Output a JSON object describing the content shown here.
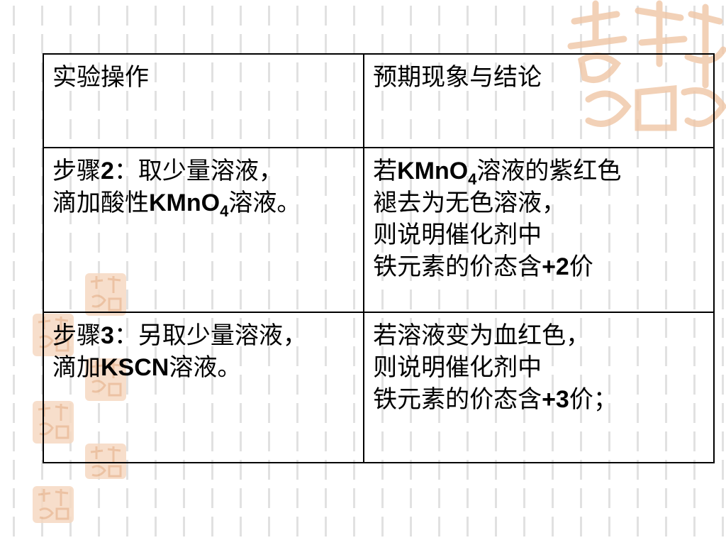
{
  "table": {
    "header": {
      "operation": "实验操作",
      "expectation": "预期现象与结论"
    },
    "step2": {
      "op_line1_a": "步骤",
      "op_line1_num": "2",
      "op_line1_b": "：取少量溶液，",
      "op_line2_a": "滴加酸性",
      "op_line2_formula": "KMnO",
      "op_line2_sub": "4",
      "op_line2_b": "溶液。",
      "res_line1_a": "若",
      "res_line1_formula": "KMnO",
      "res_line1_sub": "4",
      "res_line1_b": "溶液的紫红色",
      "res_line2": "褪去为无色溶液，",
      "res_line3": "则说明催化剂中",
      "res_line4_a": "铁元素的价态含",
      "res_line4_num": "+2",
      "res_line4_b": "价"
    },
    "step3": {
      "op_line1_a": "步骤",
      "op_line1_num": "3",
      "op_line1_b": "：另取少量溶液，",
      "op_line2_a": "滴加",
      "op_line2_formula": "KSCN",
      "op_line2_b": "溶液。",
      "res_line1": "若溶液变为血红色，",
      "res_line2": "则说明催化剂中",
      "res_line3_a": "铁元素的价态含",
      "res_line3_num": "+3",
      "res_line3_b": "价；"
    }
  },
  "colors": {
    "red_text": "#e8191b",
    "blue_text": "#1a6fd8",
    "border": "#000000",
    "seal": "#f6d9c2"
  },
  "icons": {
    "background_seal": "auspicious-seal-icon"
  }
}
